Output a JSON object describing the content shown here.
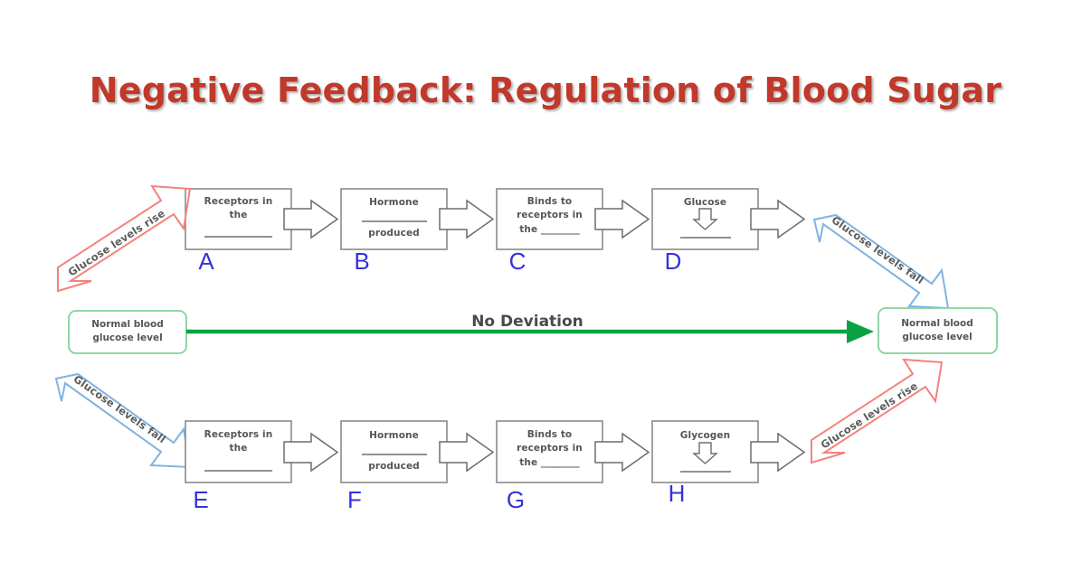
{
  "title": "Negative Feedback: Regulation of Blood Sugar",
  "colors": {
    "title": "#c0392b",
    "rise_arrow": "#f4827e",
    "fall_arrow": "#7fb3e3",
    "normal_box": "#82d39a",
    "no_deviation_arrow": "#0aa344",
    "letter": "#3333dd",
    "box_outline": "#8a8a8a"
  },
  "center": {
    "left_node_line1": "Normal blood",
    "left_node_line2": "glucose level",
    "right_node_line1": "Normal blood",
    "right_node_line2": "glucose level",
    "no_deviation_label": "No Deviation"
  },
  "top_path": {
    "entry_arrow_label": "Glucose levels rise",
    "exit_arrow_label": "Glucose levels fall",
    "steps": [
      {
        "letter": "A",
        "line1": "Receptors in",
        "line2": "the",
        "line3": "",
        "blank_after": true,
        "icon": ""
      },
      {
        "letter": "B",
        "line1": "Hormone",
        "line2": "",
        "line3": "produced",
        "blank_mid": true,
        "icon": ""
      },
      {
        "letter": "C",
        "line1": "Binds to",
        "line2": "receptors in",
        "line3": "the ________",
        "icon": ""
      },
      {
        "letter": "D",
        "line1": "Glucose",
        "line2": "",
        "line3": "",
        "blank_after": true,
        "icon": "down-block-arrow-icon"
      }
    ]
  },
  "bottom_path": {
    "entry_arrow_label": "Glucose levels fall",
    "exit_arrow_label": "Glucose levels rise",
    "steps": [
      {
        "letter": "E",
        "line1": "Receptors in",
        "line2": "the",
        "line3": "",
        "blank_after": true,
        "icon": ""
      },
      {
        "letter": "F",
        "line1": "Hormone",
        "line2": "",
        "line3": "produced",
        "blank_mid": true,
        "icon": ""
      },
      {
        "letter": "G",
        "line1": "Binds to",
        "line2": "receptors in",
        "line3": "the ________",
        "icon": ""
      },
      {
        "letter": "H",
        "line1": "Glycogen",
        "line2": "",
        "line3": "",
        "blank_after": true,
        "icon": "down-block-arrow-icon"
      }
    ]
  }
}
